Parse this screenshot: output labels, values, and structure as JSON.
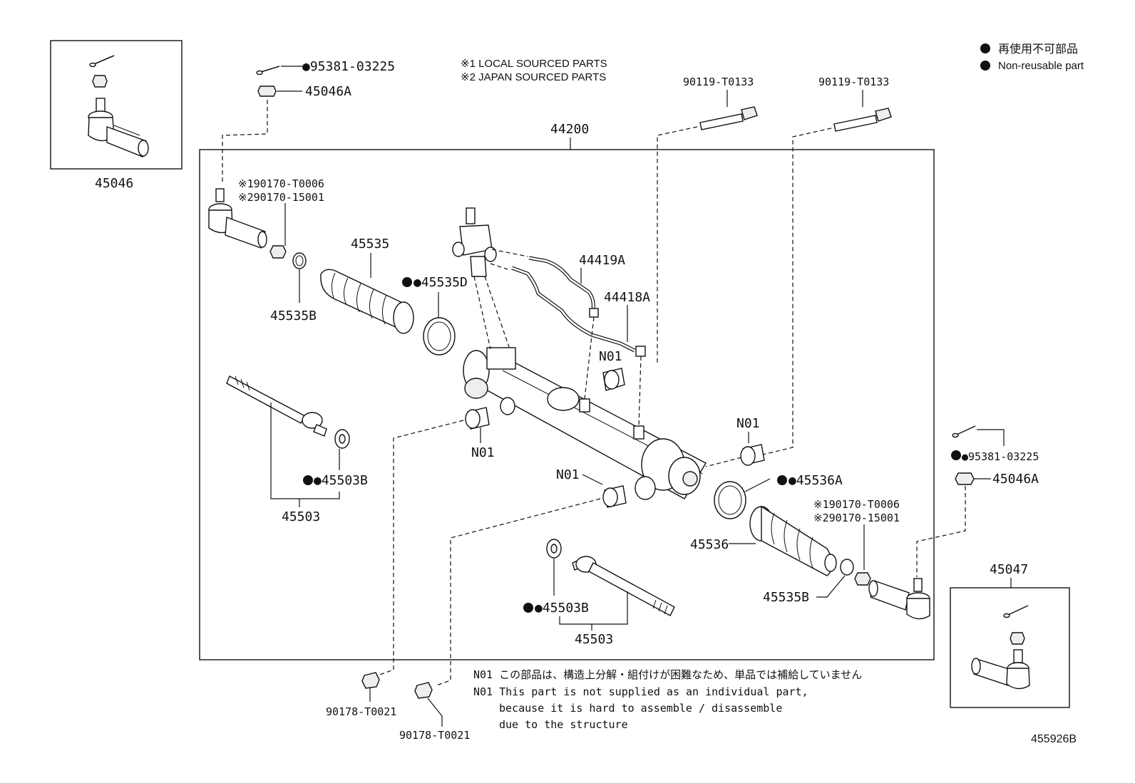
{
  "legend": {
    "symbol": "●",
    "line_jp": "再使用不可部品",
    "line_en": "Non-reusable part"
  },
  "sourcing_notes": {
    "note1": "※1 LOCAL SOURCED PARTS",
    "note2": "※2 JAPAN SOURCED PARTS"
  },
  "assembly_label": "44200",
  "inset_left_label": "45046",
  "inset_right_label": "45047",
  "part_labels": {
    "cotter_pin_top": "●95381-03225",
    "nut_top": "45046A",
    "bolt_a": "90119-T0133",
    "bolt_b": "90119-T0133",
    "sourced_left_1": "※190170-T0006",
    "sourced_left_2": "※290170-15001",
    "boot_left": "45535",
    "clamp_left_big": "●45535D",
    "clip_left": "45535B",
    "tube_a": "44419A",
    "tube_b": "44418A",
    "n01_upper": "N01",
    "n01_left": "N01",
    "n01_right": "N01",
    "n01_lower": "N01",
    "washer_left": "●45503B",
    "rod_left": "45503",
    "cotter_pin_right": "●95381-03225",
    "nut_right": "45046A",
    "clamp_right_big": "●45536A",
    "sourced_right_1": "※190170-T0006",
    "sourced_right_2": "※290170-15001",
    "boot_right": "45536",
    "clip_right": "45535B",
    "washer_right": "●45503B",
    "rod_right": "45503",
    "mount_nut_left": "90178-T0021",
    "mount_nut_right": "90178-T0021"
  },
  "footnotes": {
    "jp": "N01 この部品は、構造上分解・組付けが困難なため、単品では補給していません",
    "en_line1": "N01 This part is not supplied as an individual part,",
    "en_line2": "because it is hard to assemble / disassemble",
    "en_line3": "due to the structure"
  },
  "illustration_id": "455926B"
}
